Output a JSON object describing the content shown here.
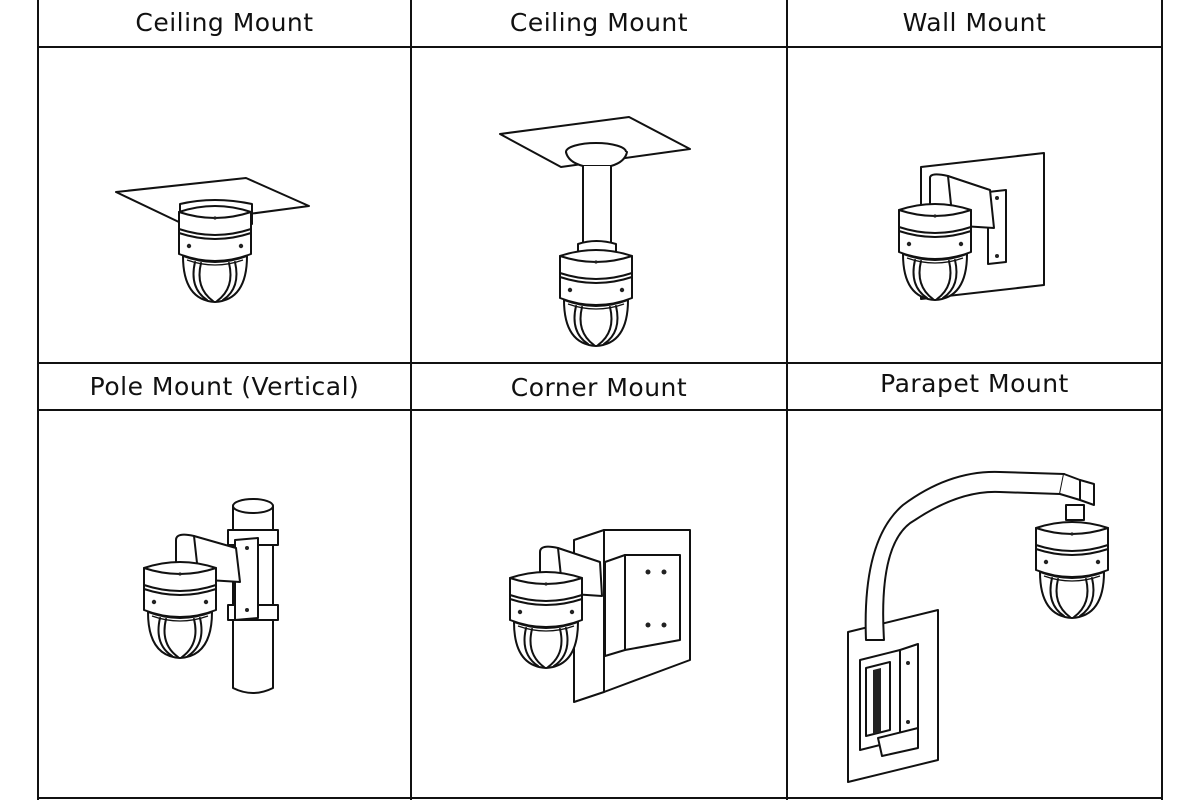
{
  "panels": [
    {
      "title": "Ceiling Mount"
    },
    {
      "title": "Ceiling Mount"
    },
    {
      "title": "Wall Mount"
    },
    {
      "title": "Pole Mount (Vertical)"
    },
    {
      "title": "Corner Mount"
    },
    {
      "title": "Parapet Mount"
    }
  ]
}
